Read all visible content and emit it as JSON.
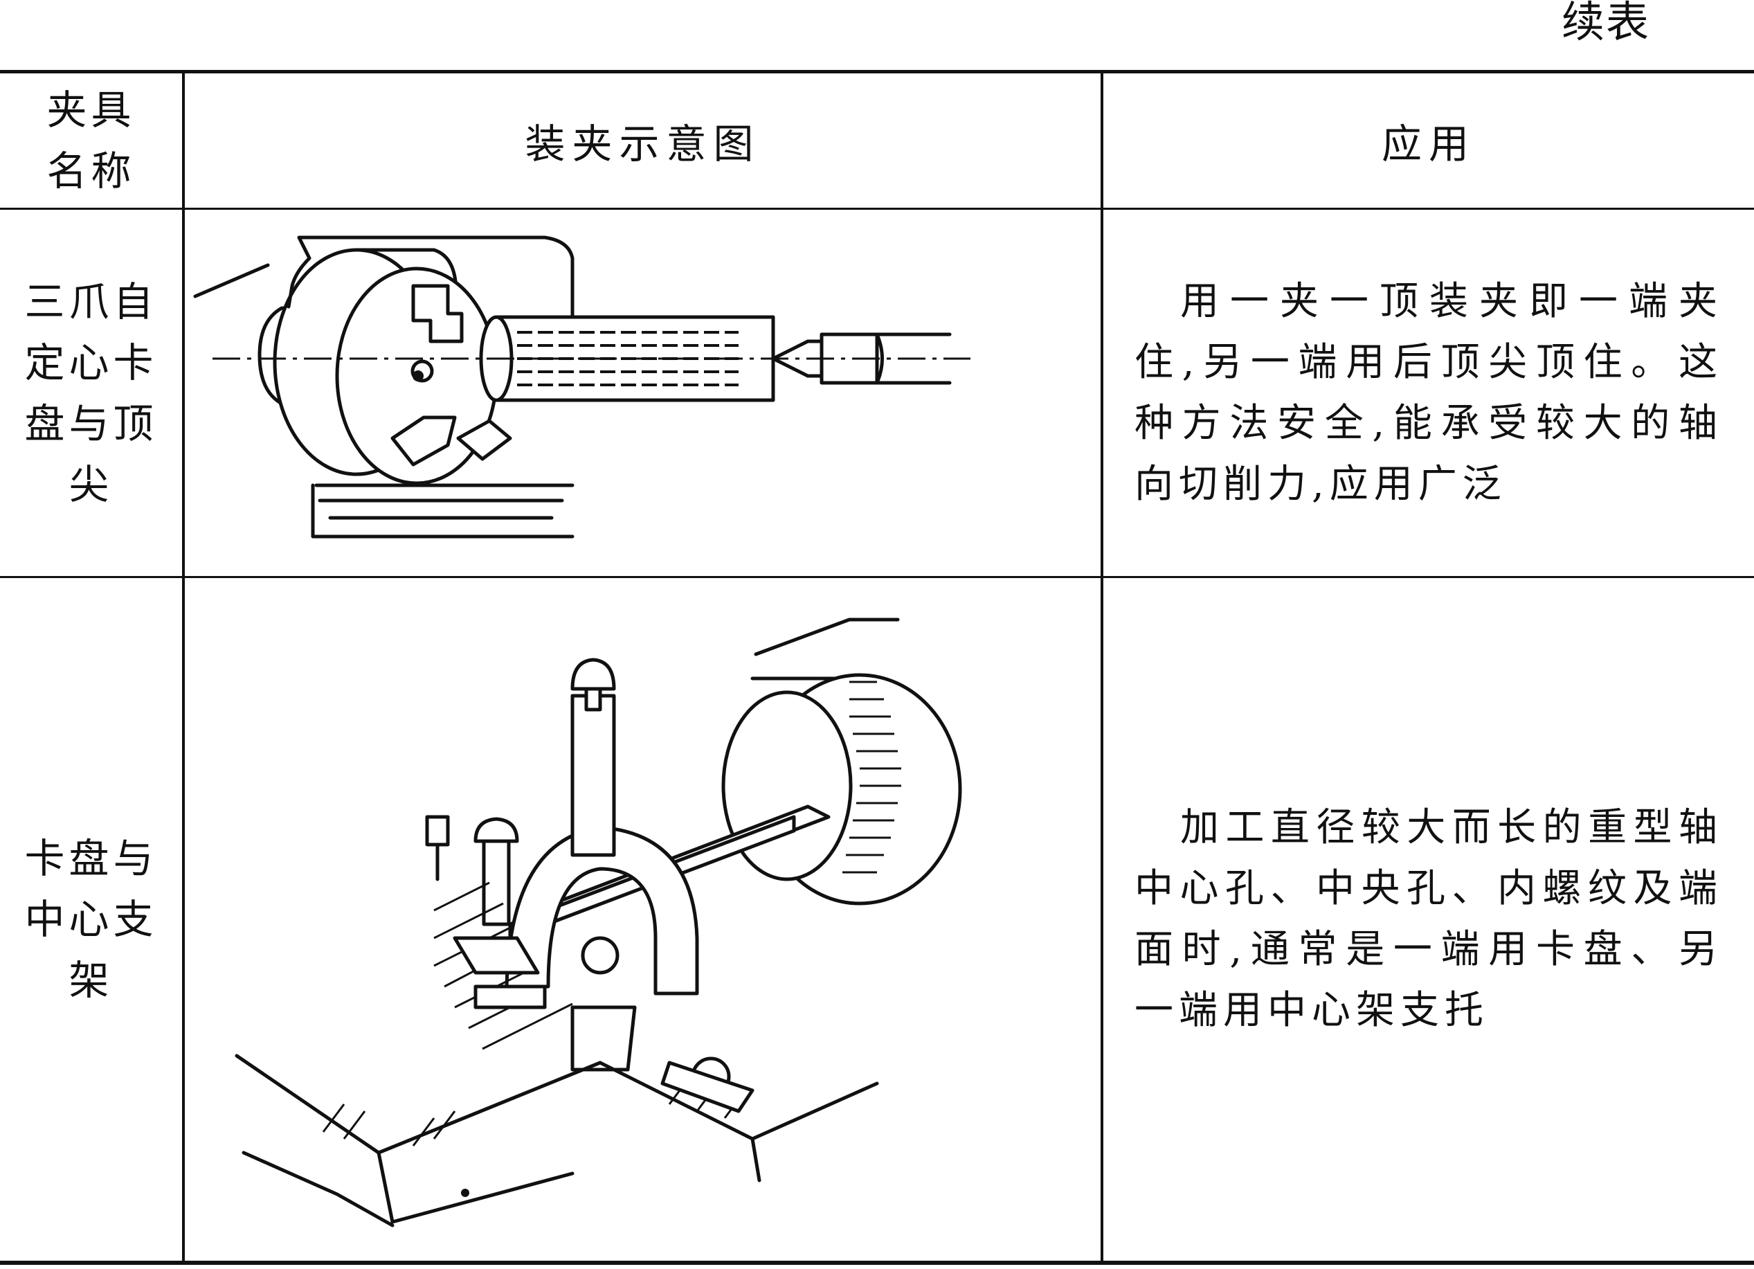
{
  "continued_label": "续表",
  "header": {
    "name": "夹具名称",
    "name_line1": "夹具",
    "name_line2": "名称",
    "diagram": "装夹示意图",
    "application": "应用"
  },
  "rows": [
    {
      "name_lines": [
        "三爪自",
        "定心卡",
        "盘与顶",
        "尖"
      ],
      "application": "用一夹一顶装夹即一端夹住,另一端用后顶尖顶住。这种方法安全,能承受较大的轴向切削力,应用广泛"
    },
    {
      "name_lines": [
        "卡盘与",
        "中心支",
        "架"
      ],
      "application": "加工直径较大而长的重型轴中心孔、中央孔、内螺纹及端面时,通常是一端用卡盘、另一端用中心架支托"
    }
  ]
}
